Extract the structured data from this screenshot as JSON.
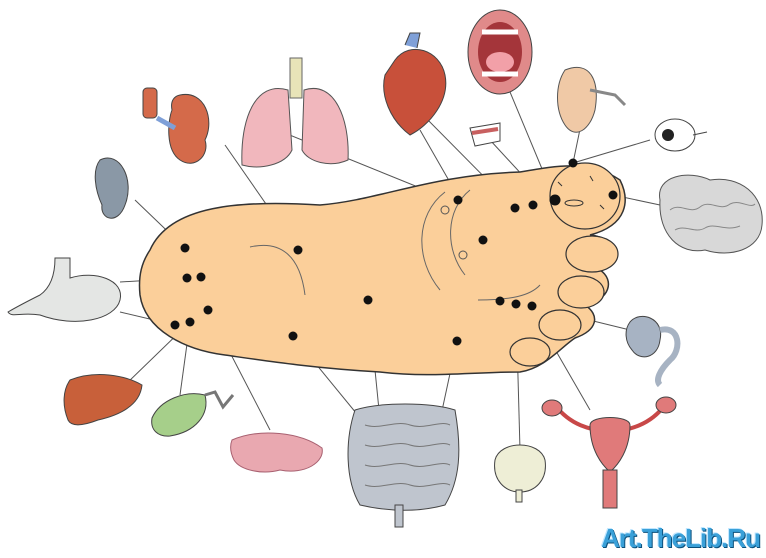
{
  "watermark": "Art.TheLib.Ru",
  "colors": {
    "foot_fill": "#fbcf9a",
    "foot_stroke": "#333333",
    "marker": "#111111",
    "leader_line": "#555555"
  },
  "organs": [
    {
      "id": "lungs",
      "icon": "lungs-icon",
      "color": "#f1b7bd"
    },
    {
      "id": "heart",
      "icon": "heart-icon",
      "color": "#c8503a"
    },
    {
      "id": "mouth",
      "icon": "mouth-icon",
      "color": "#e08a8a"
    },
    {
      "id": "teeth",
      "icon": "teeth-icon",
      "color": "#ffffff"
    },
    {
      "id": "ear",
      "icon": "ear-icon",
      "color": "#f0c9a6"
    },
    {
      "id": "eye",
      "icon": "eye-icon",
      "color": "#ffffff"
    },
    {
      "id": "brain",
      "icon": "brain-icon",
      "color": "#d8d8d8"
    },
    {
      "id": "kidney",
      "icon": "kidney-icon",
      "color": "#d46a4a"
    },
    {
      "id": "spleen",
      "icon": "spleen-icon",
      "color": "#8a98a6"
    },
    {
      "id": "stomach",
      "icon": "stomach-icon",
      "color": "#e4e6e4"
    },
    {
      "id": "liver",
      "icon": "liver-icon",
      "color": "#c8603a"
    },
    {
      "id": "gallbladder",
      "icon": "gallbladder-icon",
      "color": "#a6cf8a"
    },
    {
      "id": "pancreas",
      "icon": "pancreas-icon",
      "color": "#e9a8b0"
    },
    {
      "id": "intestines",
      "icon": "intestines-icon",
      "color": "#bfc5ce"
    },
    {
      "id": "bladder",
      "icon": "bladder-icon",
      "color": "#eeeed6"
    },
    {
      "id": "uterus",
      "icon": "uterus-icon",
      "color": "#e07a7a"
    },
    {
      "id": "thyroid",
      "icon": "thyroid-icon",
      "color": "#a7b3c3"
    }
  ]
}
